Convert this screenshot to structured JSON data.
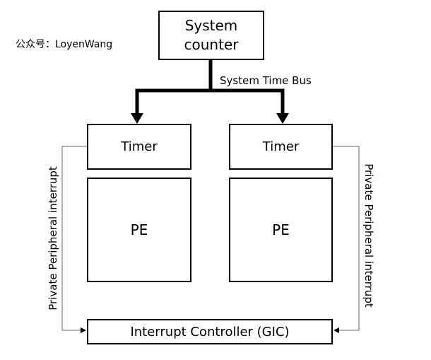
{
  "watermark": "公众号：LoyenWang",
  "system_counter": {
    "line1": "System",
    "line2": "counter"
  },
  "bus_label": "System Time Bus",
  "left": {
    "timer": "Timer",
    "pe": "PE"
  },
  "right": {
    "timer": "Timer",
    "pe": "PE"
  },
  "gic": "Interrupt Controller (GIC)",
  "ppi_left": "Private Peripheral interrupt",
  "ppi_right": "Private Peripheral interrupt"
}
